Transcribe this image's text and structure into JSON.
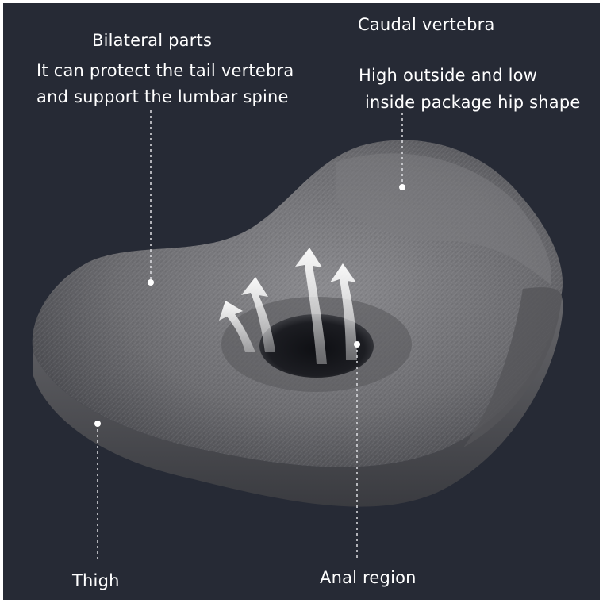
{
  "annotations": {
    "bilateral": {
      "title": "Bilateral parts",
      "line1": "It can protect the tail vertebra",
      "line2": "and support the lumbar spine"
    },
    "caudal": {
      "title": "Caudal vertebra"
    },
    "high_outside": {
      "line1": "High outside and low",
      "line2": "inside package hip shape"
    },
    "thigh": {
      "label": "Thigh"
    },
    "anal": {
      "label": "Anal region"
    }
  },
  "colors": {
    "background": "#262a35",
    "cushion": "#6f6f72",
    "text": "#ffffff",
    "marker": "#ffffff"
  }
}
